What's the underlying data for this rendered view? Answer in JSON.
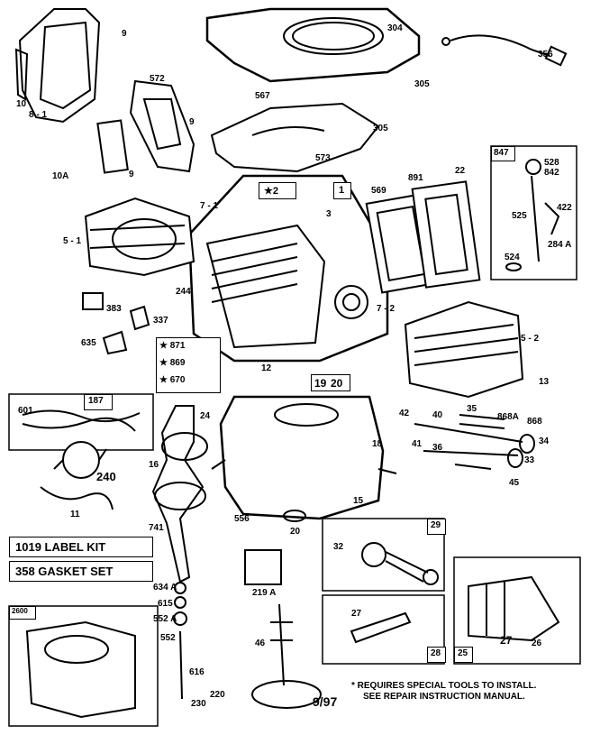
{
  "diagram": {
    "kits": {
      "label_kit": "1019  LABEL KIT",
      "gasket_set": "358  GASKET SET"
    },
    "note": {
      "line1": "* REQUIRES SPECIAL TOOLS TO INSTALL.",
      "line2": "SEE REPAIR INSTRUCTION MANUAL."
    },
    "date": "9/97",
    "boxes": {
      "b1": "1",
      "b2": "★2",
      "b847": "847",
      "b187": "187",
      "b1920a": "19",
      "b1920b": "20",
      "b871": "★ 871",
      "b869": "★ 869",
      "b670": "★ 670",
      "b29": "29",
      "b28": "28",
      "b25": "25",
      "b2600": "2600"
    },
    "labels": {
      "l9a": "9",
      "l10": "10",
      "l8_1": "8 - 1",
      "l572": "572",
      "l9b": "9",
      "l9c": "9",
      "l10a": "10A",
      "l304": "304",
      "l356": "356",
      "l567": "567",
      "l305a": "305",
      "l305b": "305",
      "l573": "573",
      "l7_1": "7 - 1",
      "l3": "3",
      "l5_1": "5 - 1",
      "l569": "569",
      "l891": "891",
      "l22": "22",
      "l528": "528",
      "l842": "842",
      "l422": "422",
      "l525": "525",
      "l524": "524",
      "l284a": "284 A",
      "l244": "244",
      "l383": "383",
      "l337": "337",
      "l635": "635",
      "l12": "12",
      "l7_2": "7 - 2",
      "l5_2": "5 - 2",
      "l13": "13",
      "l601": "601",
      "l240": "240",
      "l11": "11",
      "l24": "24",
      "l16": "16",
      "l18": "18",
      "l42": "42",
      "l41": "41",
      "l40": "40",
      "l35": "35",
      "l36": "36",
      "l868a": "868A",
      "l868": "868",
      "l34": "34",
      "l33": "33",
      "l45": "45",
      "l15": "15",
      "l556": "556",
      "l20": "20",
      "l741": "741",
      "l32": "32",
      "l219a": "219 A",
      "l634a": "634 A",
      "l615": "615",
      "l552a": "552 A",
      "l552": "552",
      "l616": "616",
      "l230": "230",
      "l220": "220",
      "l46": "46",
      "l27a": "27",
      "l27b": "27",
      "l26": "26"
    }
  }
}
